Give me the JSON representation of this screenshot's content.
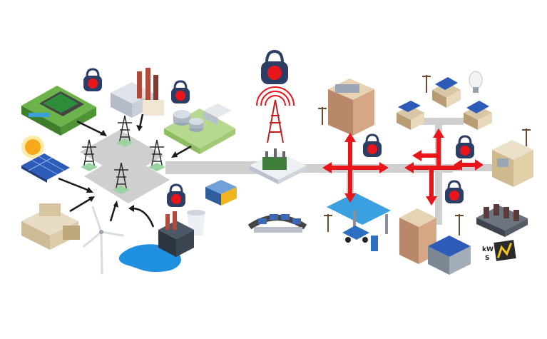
{
  "diagram": {
    "colors": {
      "background": "#ffffff",
      "grid_line": "#cfcfcf",
      "power_flow_arrow": "#e8161b",
      "input_arrow": "#1a1a1a",
      "water": "#1f8fe0",
      "solar_panel": "#2d5cb8",
      "grass": "#7cc05a",
      "building": "#e6d3b4"
    },
    "generation_side": {
      "sources": [
        {
          "name": "factory-campus",
          "icon": "industrial-site-icon"
        },
        {
          "name": "industrial-plant",
          "icon": "factory-icon"
        },
        {
          "name": "chemical-plant",
          "icon": "refinery-icon"
        },
        {
          "name": "solar-farm",
          "icon": "solar-panel-icon"
        },
        {
          "name": "sun",
          "icon": "sun-icon"
        },
        {
          "name": "power-station",
          "icon": "power-plant-icon"
        },
        {
          "name": "wind-turbine",
          "icon": "wind-turbine-icon"
        },
        {
          "name": "nuclear-plant",
          "icon": "cooling-tower-icon"
        }
      ],
      "transmission_towers": 4
    },
    "center": {
      "components": [
        "security-lock-icon",
        "radio-tower-icon",
        "substation-icon",
        "battery-icon",
        "control-room-icon"
      ]
    },
    "consumption_side": {
      "consumers": [
        {
          "name": "office-building",
          "icon": "building-icon"
        },
        {
          "name": "house-1",
          "icon": "house-icon"
        },
        {
          "name": "house-2",
          "icon": "house-icon"
        },
        {
          "name": "house-3",
          "icon": "house-icon"
        },
        {
          "name": "light-bulb",
          "icon": "bulb-icon"
        },
        {
          "name": "warehouse",
          "icon": "warehouse-icon"
        },
        {
          "name": "ev-charging",
          "icon": "ev-charger-icon"
        },
        {
          "name": "residential-tower",
          "icon": "tower-block-icon"
        },
        {
          "name": "storage-units",
          "icon": "battery-bank-icon"
        },
        {
          "name": "meter",
          "icon": "meter-icon"
        }
      ]
    },
    "labels": {
      "meter_kw": "kW",
      "meter_s": "S"
    }
  }
}
